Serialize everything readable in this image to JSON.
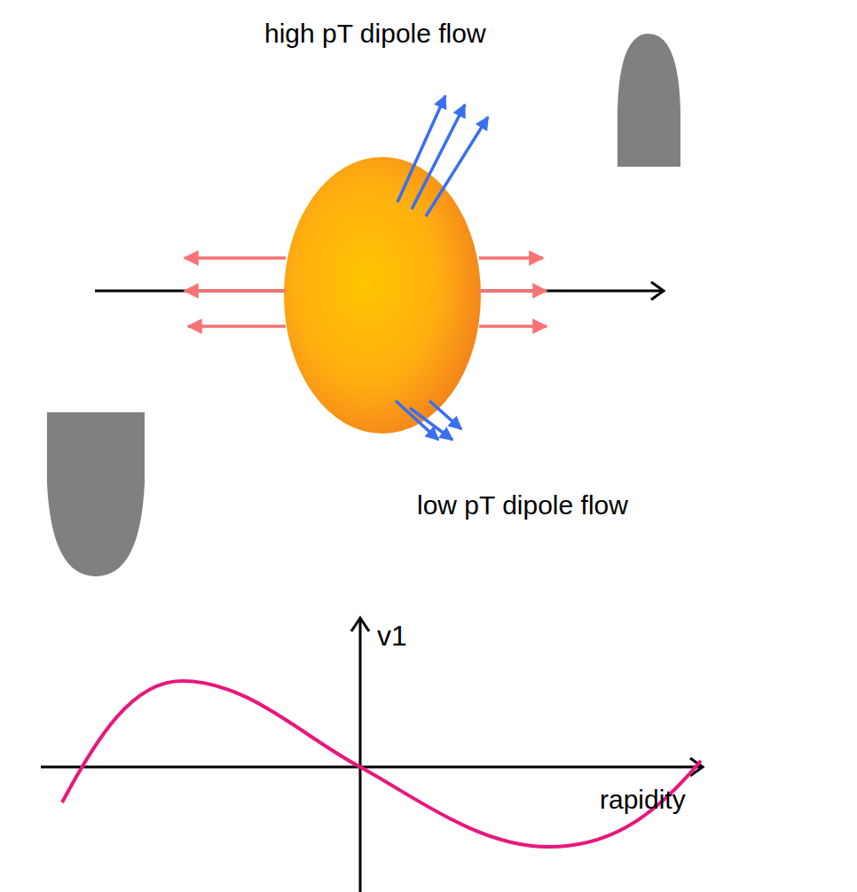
{
  "diagram": {
    "labels": [
      "high pT dipole flow",
      "low pT dipole flow",
      "v1",
      "rapidity"
    ]
  }
}
